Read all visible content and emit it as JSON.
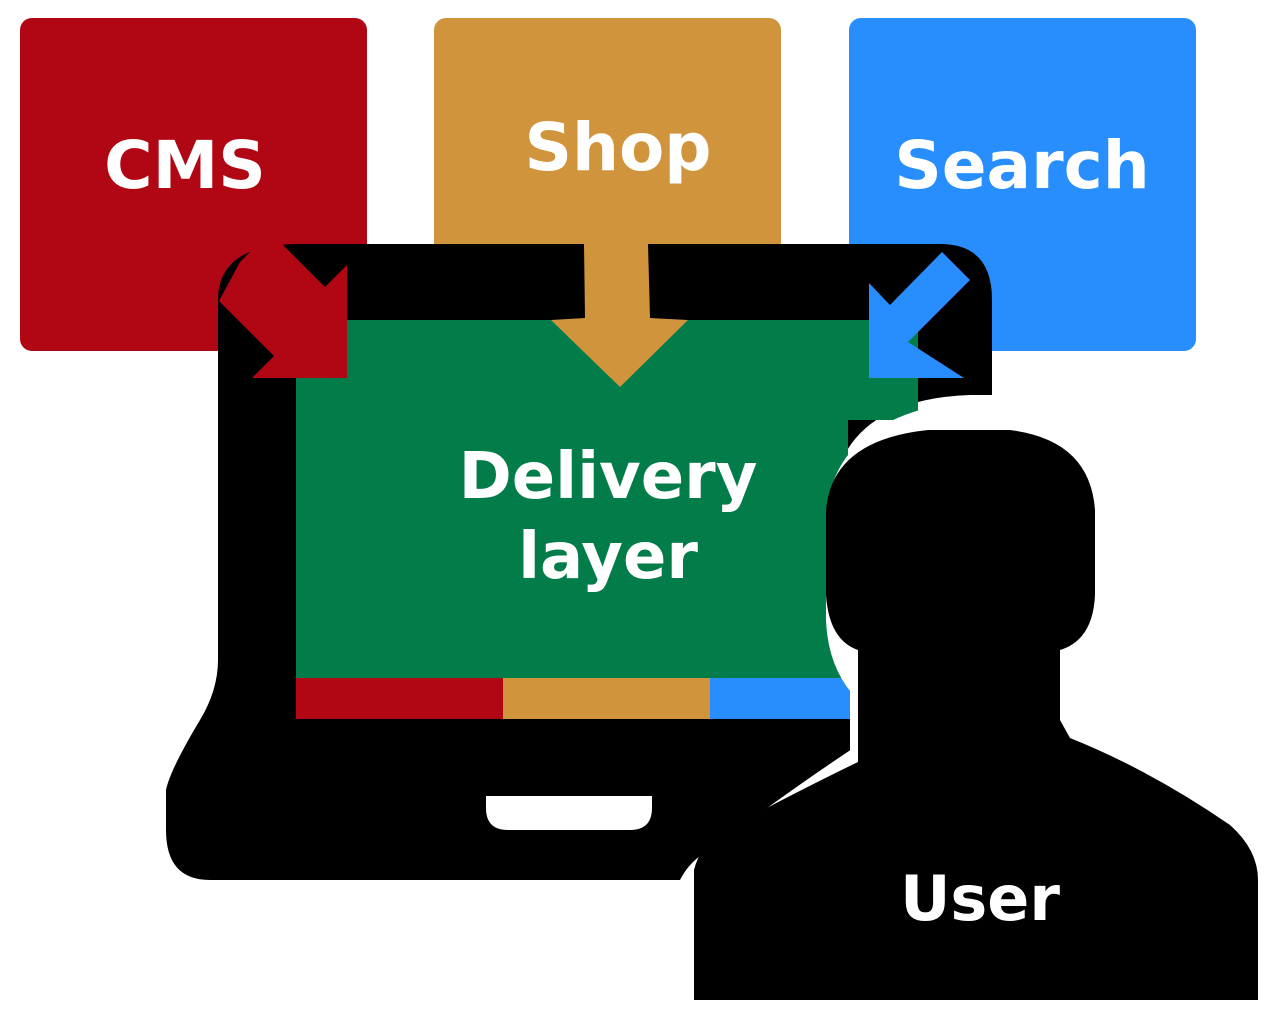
{
  "diagram": {
    "sources": [
      {
        "id": "cms",
        "label": "CMS",
        "color": "#b10613"
      },
      {
        "id": "shop",
        "label": "Shop",
        "color": "#d0943d"
      },
      {
        "id": "search",
        "label": "Search",
        "color": "#288dfd"
      }
    ],
    "screen": {
      "label_line1": "Delivery",
      "label_line2": "layer",
      "color": "#027d4a"
    },
    "device_color": "#000000",
    "user": {
      "label": "User"
    }
  }
}
